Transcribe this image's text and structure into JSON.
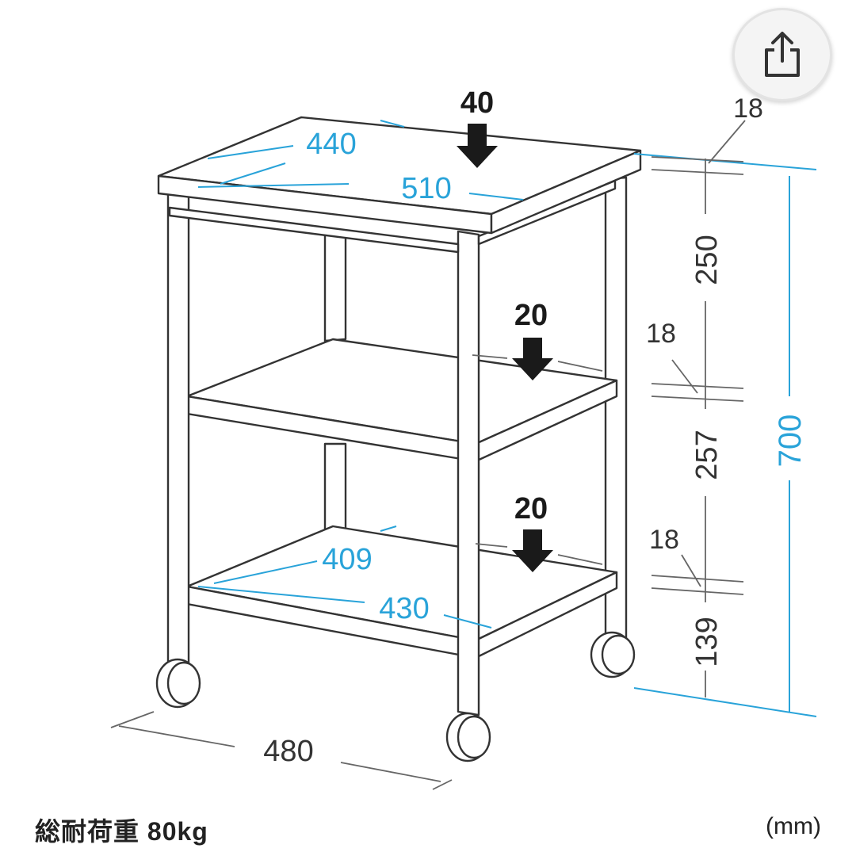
{
  "labels": {
    "top_load": "40",
    "middle_load": "20",
    "bottom_load": "20",
    "top_depth": "440",
    "top_width": "510",
    "bottom_shelf_depth": "409",
    "bottom_shelf_width": "430",
    "base_width": "480",
    "top_thickness": "18",
    "gap_upper": "250",
    "middle_thickness": "18",
    "gap_middle": "257",
    "bottom_thickness": "18",
    "gap_lower": "139",
    "total_height": "700"
  },
  "footer": {
    "load_capacity": "総耐荷重 80kg",
    "unit": "(mm)"
  },
  "icons": {
    "share": "share-icon",
    "arrow": "down-arrow-icon"
  },
  "colors": {
    "dimension_blue": "#29a3d9",
    "line": "#333333"
  }
}
